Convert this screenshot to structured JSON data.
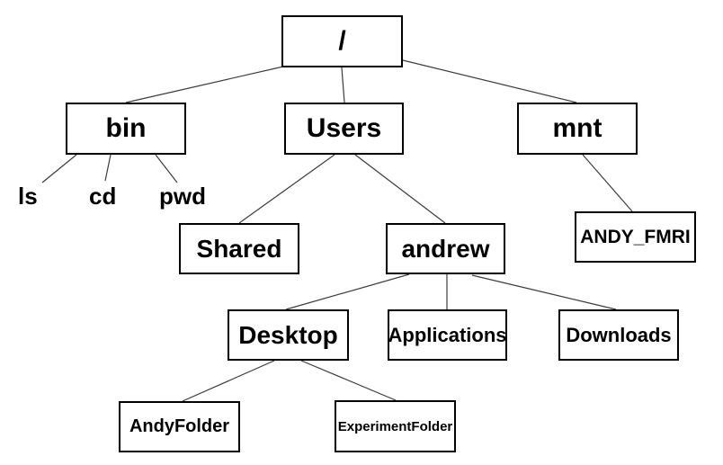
{
  "colors": {
    "background": "#ffffff",
    "box_border": "#000000",
    "text": "#000000",
    "line": "#3c3c3c"
  },
  "nodes": {
    "root": {
      "label": "/"
    },
    "bin": {
      "label": "bin"
    },
    "users": {
      "label": "Users"
    },
    "mnt": {
      "label": "mnt"
    },
    "ls": {
      "label": "ls"
    },
    "cd": {
      "label": "cd"
    },
    "pwd": {
      "label": "pwd"
    },
    "shared": {
      "label": "Shared"
    },
    "andrew": {
      "label": "andrew"
    },
    "andy_fmri": {
      "label": "ANDY_FMRI"
    },
    "desktop": {
      "label": "Desktop"
    },
    "applications": {
      "label": "Applications"
    },
    "downloads": {
      "label": "Downloads"
    },
    "andyfolder": {
      "label": "AndyFolder"
    },
    "experimentfolder": {
      "label": "ExperimentFolder"
    }
  },
  "tree": {
    "root": "/",
    "edges": [
      [
        "/",
        "bin"
      ],
      [
        "/",
        "Users"
      ],
      [
        "/",
        "mnt"
      ],
      [
        "bin",
        "ls"
      ],
      [
        "bin",
        "cd"
      ],
      [
        "bin",
        "pwd"
      ],
      [
        "Users",
        "Shared"
      ],
      [
        "Users",
        "andrew"
      ],
      [
        "mnt",
        "ANDY_FMRI"
      ],
      [
        "andrew",
        "Desktop"
      ],
      [
        "andrew",
        "Applications"
      ],
      [
        "andrew",
        "Downloads"
      ],
      [
        "Desktop",
        "AndyFolder"
      ],
      [
        "Desktop",
        "ExperimentFolder"
      ]
    ]
  }
}
